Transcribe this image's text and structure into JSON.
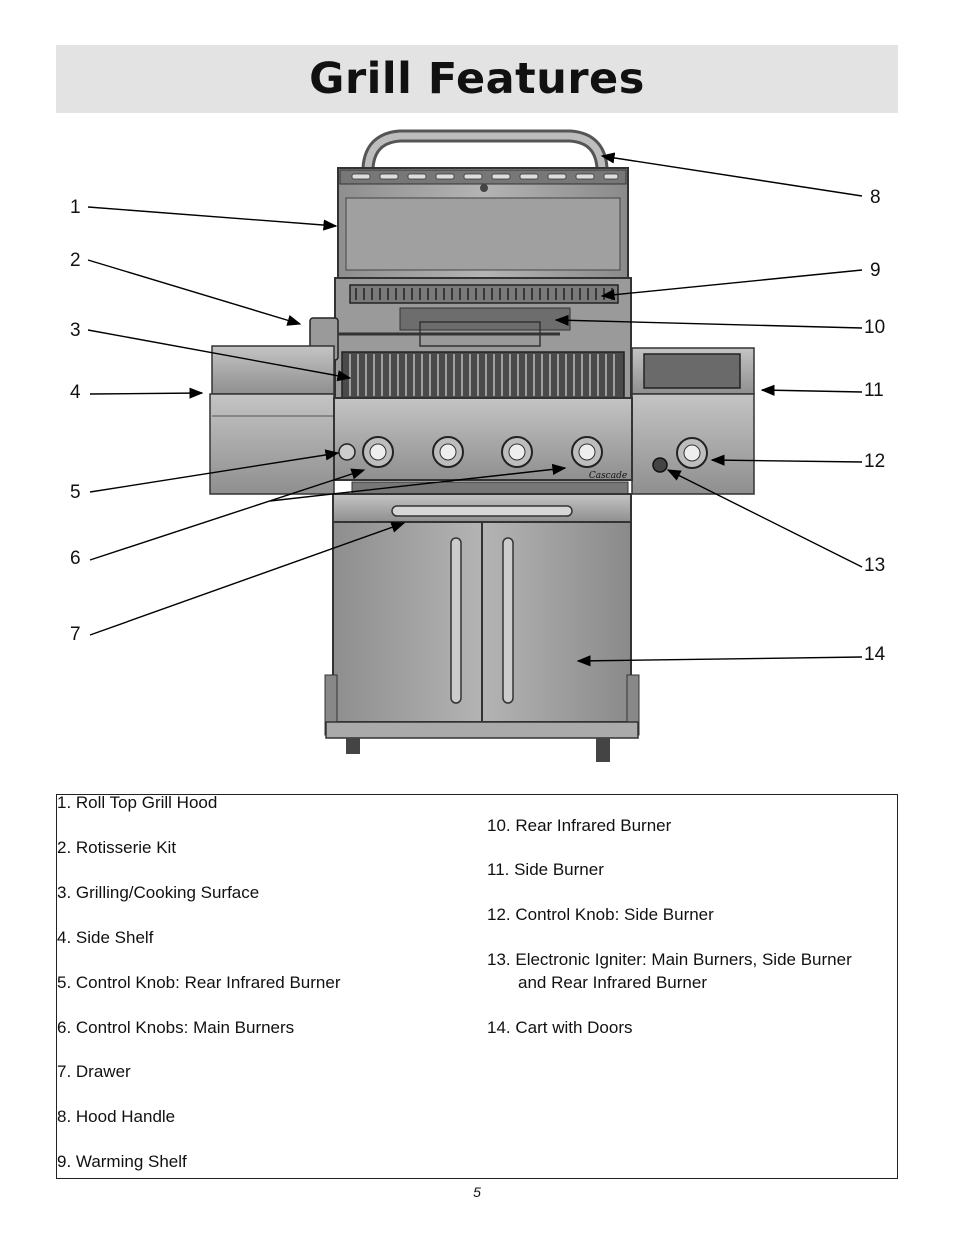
{
  "title": "Grill Features",
  "callouts": [
    "1",
    "2",
    "3",
    "4",
    "5",
    "6",
    "7",
    "8",
    "9",
    "10",
    "11",
    "12",
    "13",
    "14"
  ],
  "legend_left": [
    "1. Roll Top Grill Hood",
    "2. Rotisserie Kit",
    "3. Grilling/Cooking Surface",
    "4. Side Shelf",
    "5. Control Knob: Rear Infrared Burner",
    "6. Control Knobs: Main Burners",
    "7. Drawer",
    "8. Hood Handle",
    "9. Warming Shelf"
  ],
  "legend_right": [
    "10. Rear Infrared Burner",
    "11. Side Burner",
    "12. Control Knob: Side Burner",
    "13. Electronic Igniter: Main Burners, Side Burner",
    "and Rear Infrared Burner",
    "14. Cart with Doors"
  ],
  "brand_plate": "Cascade",
  "page_number": "5"
}
